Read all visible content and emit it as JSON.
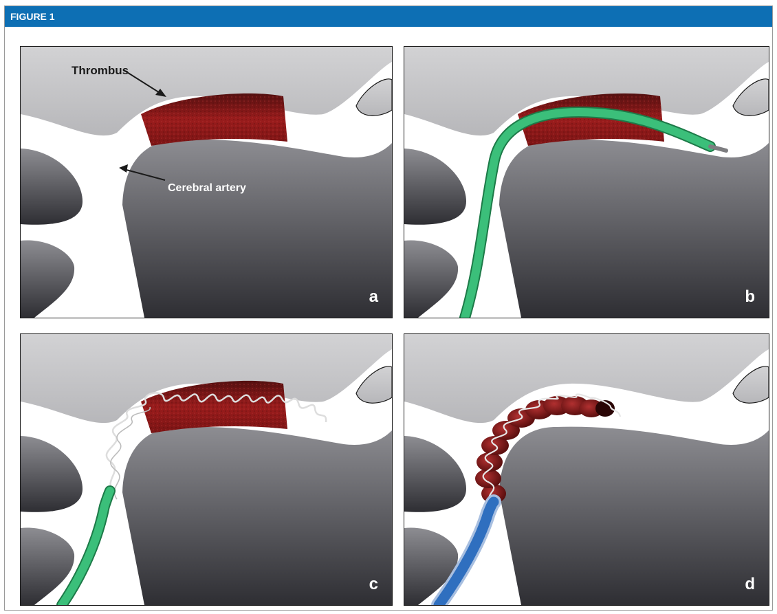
{
  "header": {
    "title": "FIGURE 1"
  },
  "labels": {
    "thrombus": "Thrombus",
    "cerebral_artery": "Cerebral artery"
  },
  "panels": {
    "a": "a",
    "b": "b",
    "c": "c",
    "d": "d"
  },
  "colors": {
    "header_bg": "#0d6fb4",
    "thrombus": "#8e1a1a",
    "catheter_green": "#3bbf7a",
    "catheter_blue": "#2f6fbf",
    "stent_wire": "#e3e3e3",
    "tissue_light": "#cfcfd1",
    "tissue_dark": "#343439"
  }
}
